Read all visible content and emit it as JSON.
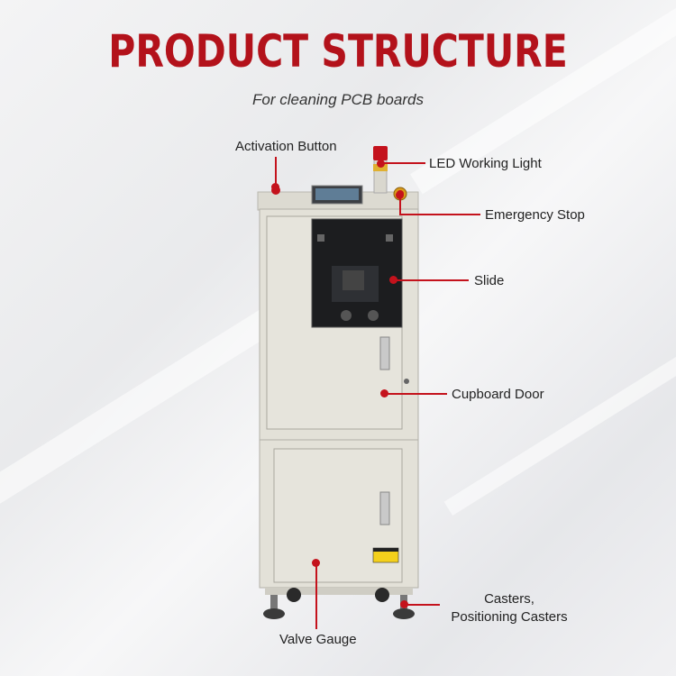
{
  "header": {
    "title": "PRODUCT STRUCTURE",
    "subtitle": "For cleaning PCB boards"
  },
  "labels": {
    "activation_button": "Activation Button",
    "led_working_light": "LED Working Light",
    "emergency_stop": "Emergency Stop",
    "slide": "Slide",
    "cupboard_door": "Cupboard Door",
    "casters_line1": "Casters,",
    "casters_line2": "Positioning Casters",
    "valve_gauge": "Valve Gauge"
  },
  "colors": {
    "accent": "#b3121b",
    "callout": "#c4121c",
    "cabinet": "#e3e1d8"
  }
}
